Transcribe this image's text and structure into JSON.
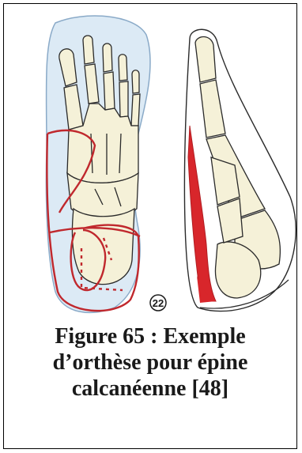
{
  "figure": {
    "plate_number": "22",
    "caption_lines": [
      "Figure 65 : Exemple",
      "d’orthèse pour épine",
      "calcanéenne [48]"
    ]
  }
}
